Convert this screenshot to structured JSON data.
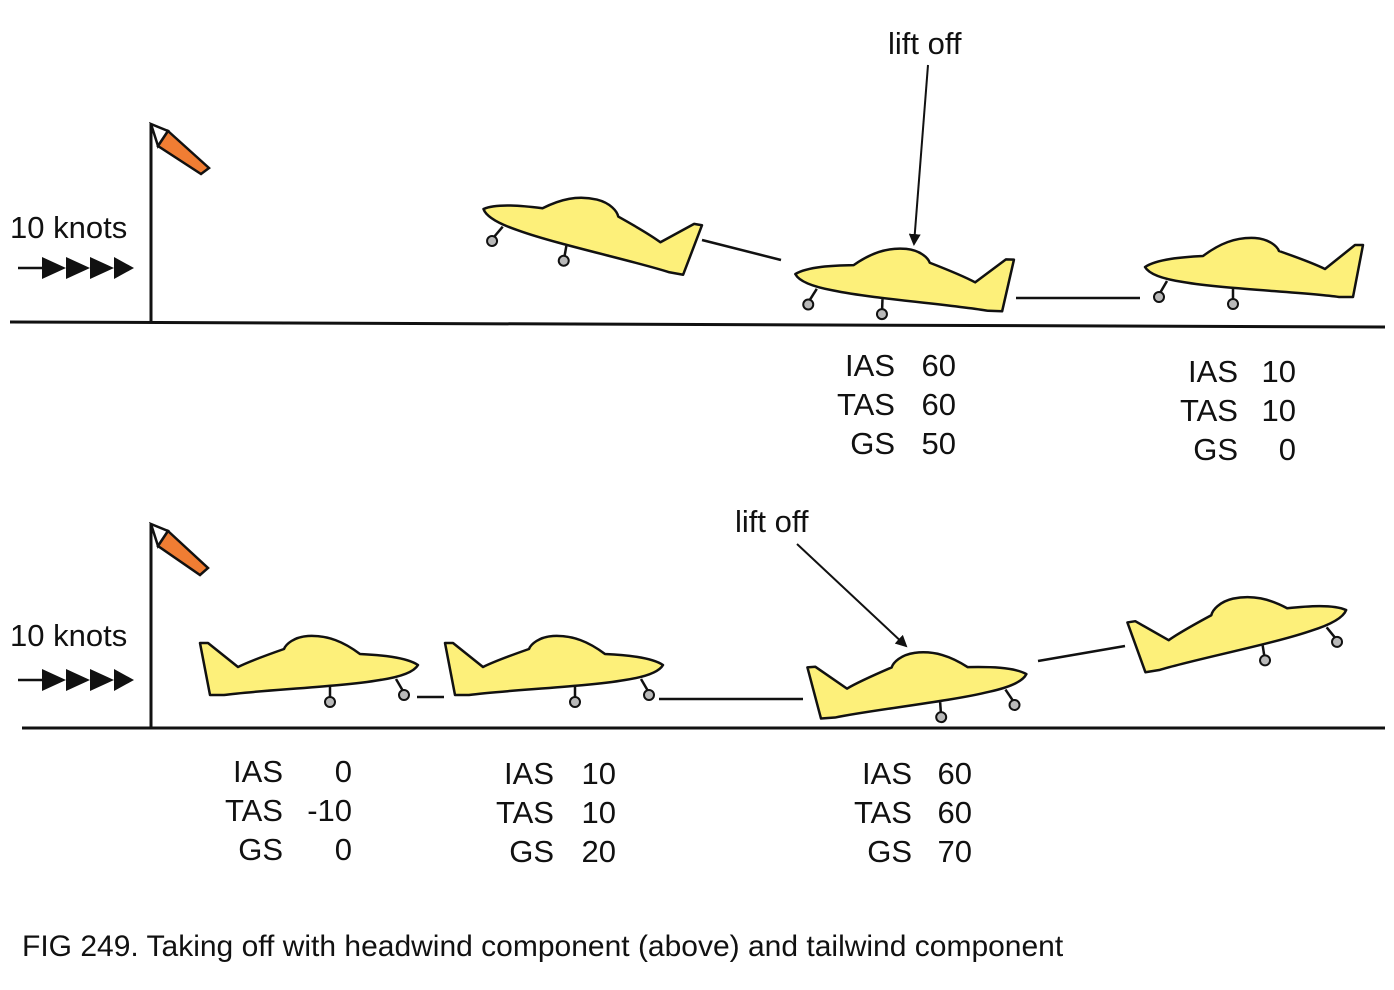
{
  "wind_label_top": "10 knots",
  "wind_label_bottom": "10 knots",
  "liftoff_top": "lift off",
  "liftoff_bottom": "lift off",
  "windsock_color": "#f07d33",
  "aircraft_color": "#fdf07a",
  "top": {
    "readouts": [
      {
        "ias_label": "IAS",
        "ias": "60",
        "tas_label": "TAS",
        "tas": "60",
        "gs_label": "GS",
        "gs": "50"
      },
      {
        "ias_label": "IAS",
        "ias": "10",
        "tas_label": "TAS",
        "tas": "10",
        "gs_label": "GS",
        "gs": "0"
      }
    ]
  },
  "bottom": {
    "readouts": [
      {
        "ias_label": "IAS",
        "ias": "0",
        "tas_label": "TAS",
        "tas": "-10",
        "gs_label": "GS",
        "gs": "0"
      },
      {
        "ias_label": "IAS",
        "ias": "10",
        "tas_label": "TAS",
        "tas": "10",
        "gs_label": "GS",
        "gs": "20"
      },
      {
        "ias_label": "IAS",
        "ias": "60",
        "tas_label": "TAS",
        "tas": "60",
        "gs_label": "GS",
        "gs": "70"
      }
    ]
  },
  "caption": "FIG 249.   Taking off with headwind component (above) and tailwind component"
}
